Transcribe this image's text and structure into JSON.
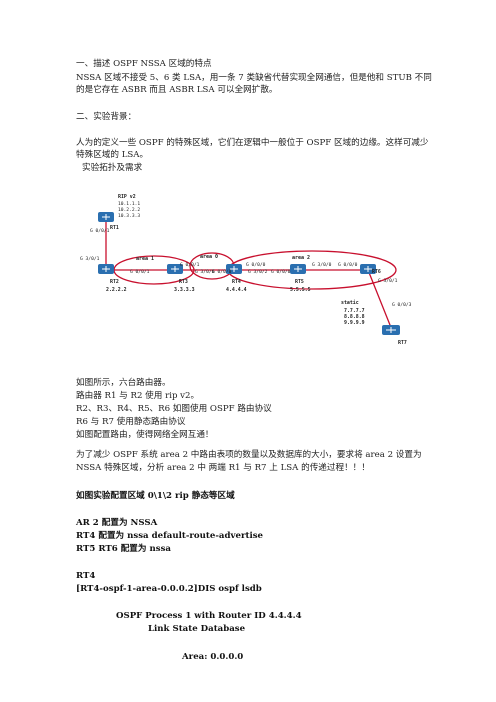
{
  "heading1": "一、描述 OSPF NSSA 区域的特点",
  "nssa_desc_1": "NSSA 区域不接受 5、6 类 LSA，用一条 7 类缺省代替实现全网通信，但是他和 STUB 不同",
  "nssa_desc_2": "的是它存在 ASBR 而且 ASBR LSA 可以全网扩散。",
  "heading2": "二、实验背景：",
  "bg_1": "人为的定义一些 OSPF 的特殊区域，它们在逻辑中一般位于 OSPF 区域的边缘。这样可减少",
  "bg_2": "特殊区域的 LSA。",
  "bg_3": "实验拓扑及需求",
  "topology": {
    "rip": [
      "RIP v2",
      "10.1.1.1",
      "10.2.2.2",
      "10.3.3.3"
    ],
    "routers": {
      "rt1": "RT1",
      "rt2": "RT2",
      "rt3": "RT3",
      "rt4": "RT4",
      "rt5": "RT5",
      "rt6": "RT6",
      "rt7": "RT7"
    },
    "ips": {
      "rt2": "2.2.2.2",
      "rt3": "3.3.3.3",
      "rt4": "4.4.4.4",
      "rt5": "5.5.5.5",
      "static_title": "static",
      "rt7_a": "7.7.7.7",
      "rt7_b": "8.8.8.8",
      "rt7_c": "9.9.9.9"
    },
    "areas": {
      "a1": "area 1",
      "a0": "area 0",
      "a2": "area 2"
    },
    "ifaces": {
      "rt1_g0": "G 0/0/1",
      "rt2_g3": "G 3/0/1",
      "rt2_g0": "G 0/0/1",
      "rt3_g0a": "G 0/0/1",
      "rt3_g0b": "G 3/0/0",
      "a0_l": "G 0/0/0",
      "a0_r": "G 0/0/0",
      "rt4_r": "G 3/0/2",
      "rt5_l": "G 0/0/0",
      "rt5_r": "G 3/0/0",
      "rt6_l": "G 0/0/0",
      "rt6_r": "G 3/0/1",
      "rt7_i": "G 0/0/3"
    }
  },
  "after_1": "如图所示，六台路由器。",
  "after_2": "路由器 R1 与 R2 使用 rip v2。",
  "after_3": "R2、R3、R4、R5、R6 如图使用 OSPF 路由协议",
  "after_4": "R6 与 R7 使用静态路由协议",
  "after_5": "如图配置路由，使得网络全网互通！",
  "purpose_1": "为了减少  OSPF  系统  area  2  中路由表项的数量以及数据库的大小，要求将  area  2  设置为",
  "purpose_2": "NSSA 特殊区域，分析 area 2 中  两端 R1 与 R7 上  LSA 的传递过程！！！",
  "config_heading": "如图实验配置区域 0\\1\\2 rip  静态等区域",
  "config_1": "AR 2  配置为 NSSA",
  "config_2": "RT4 配置为 nssa default-route-advertise",
  "config_3": "RT5 RT6 配置为 nssa",
  "rt4_label": "RT4",
  "cmd": "[RT4-ospf-1-area-0.0.0.2]DIS ospf lsdb",
  "proc_line": "OSPF Process 1 with Router ID 4.4.4.4",
  "lsdb_line": "Link State Database",
  "area_line": "Area: 0.0.0.0"
}
